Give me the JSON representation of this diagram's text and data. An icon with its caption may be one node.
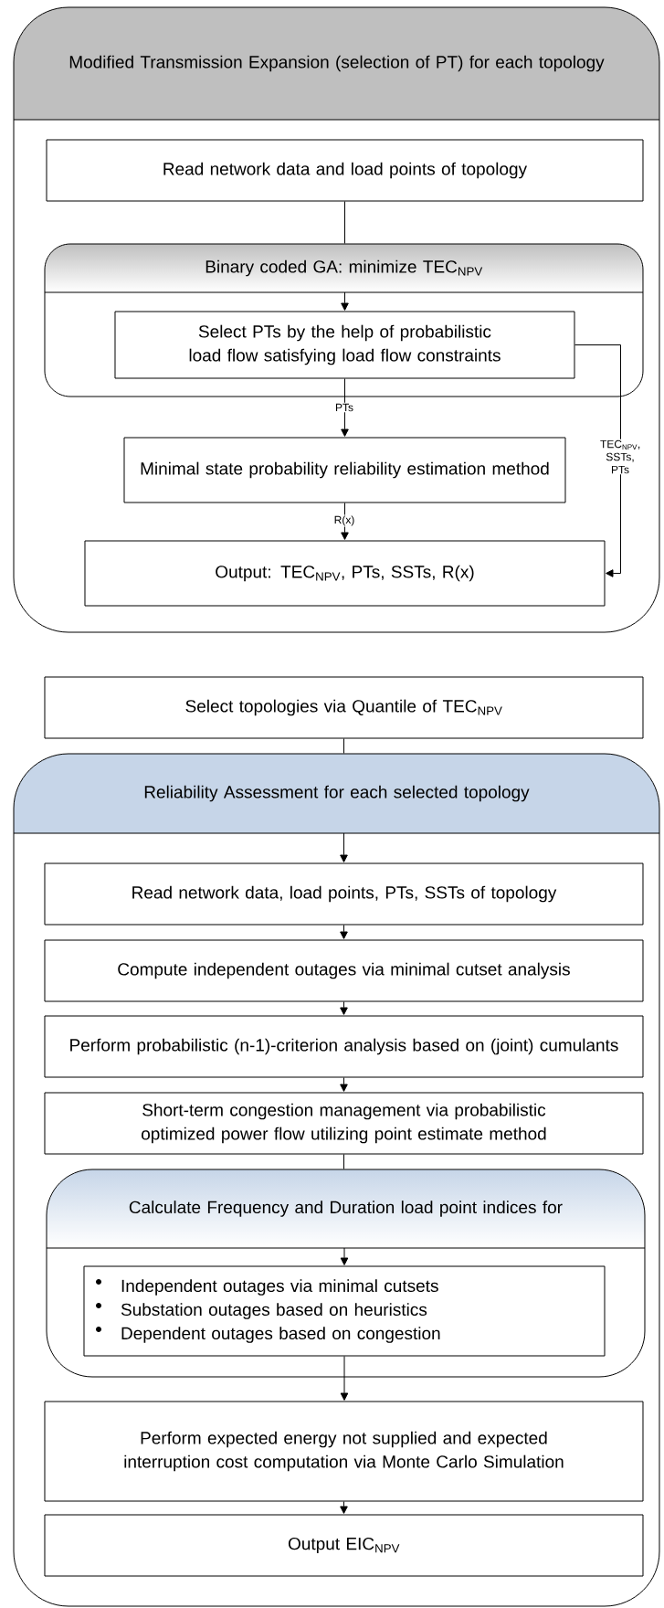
{
  "diagram": {
    "nodes": [
      {
        "text": [
          "Modified Transmission Expansion  (selection of PT) for each topology"
        ]
      },
      {
        "text": [
          "Read network data and load points of topology"
        ],
        "in": 0
      },
      {
        "text": [
          "Binary coded GA: minimize TEC$_{NPV}$"
        ],
        "in": 0
      },
      {
        "text": [
          "Select PTs by the help of probabilistic load flow satisfying load flow constraints"
        ],
        "in": 2
      },
      {
        "text": [
          "Minimal state probability reliability estimation method"
        ],
        "in": 0
      },
      {
        "text": [
          "Output: TEC$_{NPV}$, PTs, SSTs, R(x)"
        ],
        "in": 0
      },
      {
        "text": [
          "Select topologies via Quantile of TEC$_{NPV}$"
        ]
      },
      {
        "text": [
          "Reliability Assessment for each selected topology"
        ]
      },
      {
        "text": [
          "Read network data, load points, PTs, SSTs of topology"
        ],
        "in": 7
      },
      {
        "text": [
          "Compute independent outages via minimal cutset analysis"
        ],
        "in": 7
      },
      {
        "text": [
          "Perform probabilistic (n-1)-criterion analysis based on (joint) cumulants"
        ],
        "in": 7
      },
      {
        "text": [
          "Short-term congestion management via probabilistic optimized power flow utilizing point estimate method"
        ],
        "in": 7
      },
      {
        "text": [
          "Calculate Frequency and Duration load point indices for"
        ],
        "in": 7
      },
      {
        "text": [
          "Independent outages via minimal cutsets",
          "Substation outages based on heuristics",
          "Dependent outages based on congestion"
        ],
        "in": 12
      },
      {
        "text": [
          "Perform expected energy not supplied and expected interruption cost computation via Monte Carlo Simulation"
        ],
        "in": 7
      },
      {
        "text": [
          "Output EIC$_{NPV}$"
        ],
        "in": 7
      }
    ],
    "edges": [
      {
        "from": 1,
        "to": 2,
        "arrow": "none"
      },
      {
        "from": null,
        "to": 3,
        "arrow": "to"
      },
      {
        "from": 3,
        "to": 4,
        "arrow": "to",
        "label": "PTs"
      },
      {
        "from": 4,
        "to": 5,
        "arrow": "to",
        "label": "R(x)"
      },
      {
        "from": 3,
        "to": 5,
        "arrow": "to",
        "label": "TEC$_{NPV}$, SSTs, PTs"
      },
      {
        "from": 6,
        "to": 7,
        "arrow": "none"
      },
      {
        "from": null,
        "to": 8,
        "arrow": "to"
      },
      {
        "from": 8,
        "to": 9,
        "arrow": "to"
      },
      {
        "from": 9,
        "to": 10,
        "arrow": "to"
      },
      {
        "from": 10,
        "to": 11,
        "arrow": "to"
      },
      {
        "from": 11,
        "to": 12,
        "arrow": "none"
      },
      {
        "from": null,
        "to": 13,
        "arrow": "to"
      },
      {
        "from": 13,
        "to": 14,
        "arrow": "to"
      },
      {
        "from": 14,
        "to": 15,
        "arrow": "to"
      }
    ]
  }
}
